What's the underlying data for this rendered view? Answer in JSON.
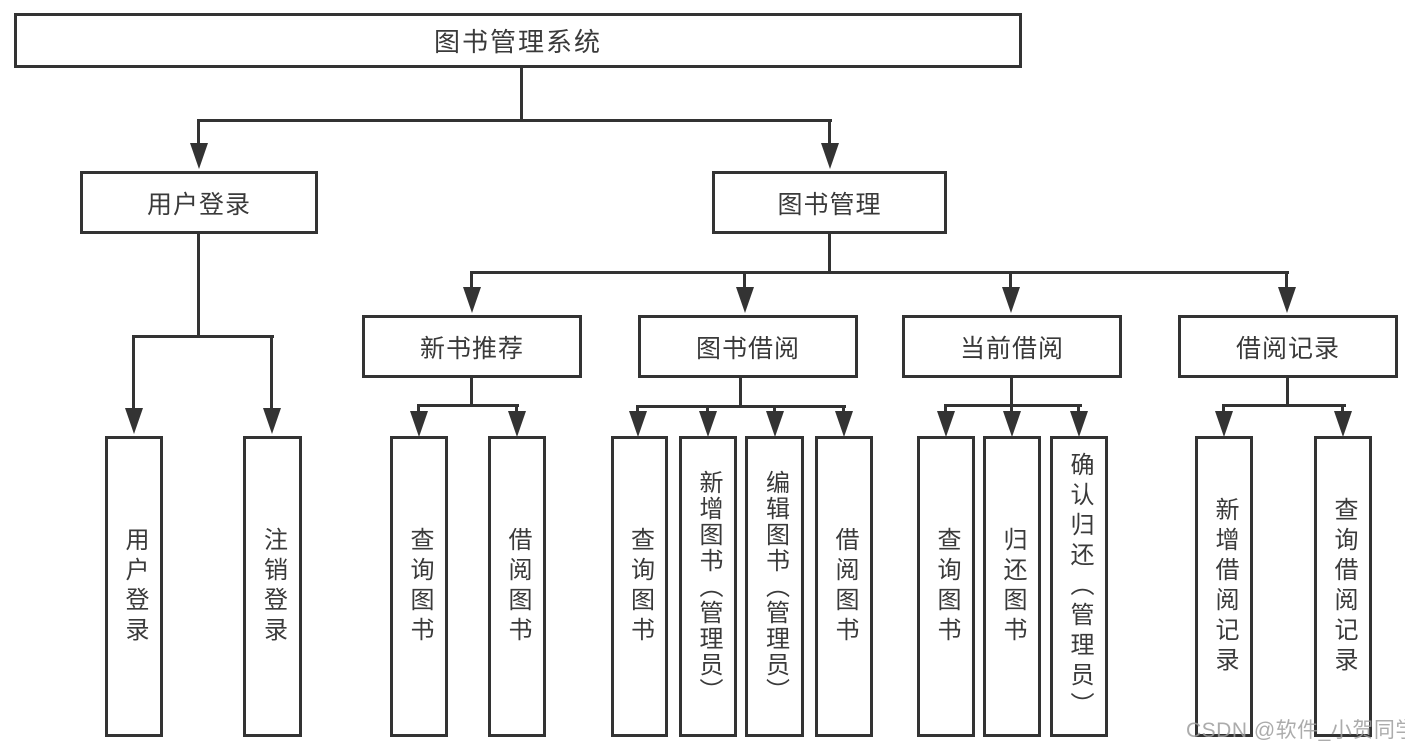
{
  "nodes": {
    "root": "图书管理系统",
    "user_login": "用户登录",
    "book_mgmt": "图书管理",
    "new_book_rec": "新书推荐",
    "book_borrow": "图书借阅",
    "current_borrow": "当前借阅",
    "borrow_records": "借阅记录",
    "ul_login": "用户登录",
    "ul_logout": "注销登录",
    "nb_query": "查询图书",
    "nb_borrow": "借阅图书",
    "bb_query": "查询图书",
    "bb_add": "新增图书（管理员）",
    "bb_edit": "编辑图书（管理员）",
    "bb_borrow": "借阅图书",
    "cb_query": "查询图书",
    "cb_return": "归还图书",
    "cb_confirm": "确认归还（管理员）",
    "br_add": "新增借阅记录",
    "br_query": "查询借阅记录"
  },
  "structure": {
    "图书管理系统": {
      "用户登录": [
        "用户登录",
        "注销登录"
      ],
      "图书管理": {
        "新书推荐": [
          "查询图书",
          "借阅图书"
        ],
        "图书借阅": [
          "查询图书",
          "新增图书（管理员）",
          "编辑图书（管理员）",
          "借阅图书"
        ],
        "当前借阅": [
          "查询图书",
          "归还图书",
          "确认归还（管理员）"
        ],
        "借阅记录": [
          "新增借阅记录",
          "查询借阅记录"
        ]
      }
    }
  },
  "watermark": {
    "text": "CSDN @软件_小贺同学"
  },
  "colors": {
    "line": "#333333",
    "text": "#3a3a3a",
    "background": "#ffffff",
    "watermark": "#9e9e9e"
  }
}
